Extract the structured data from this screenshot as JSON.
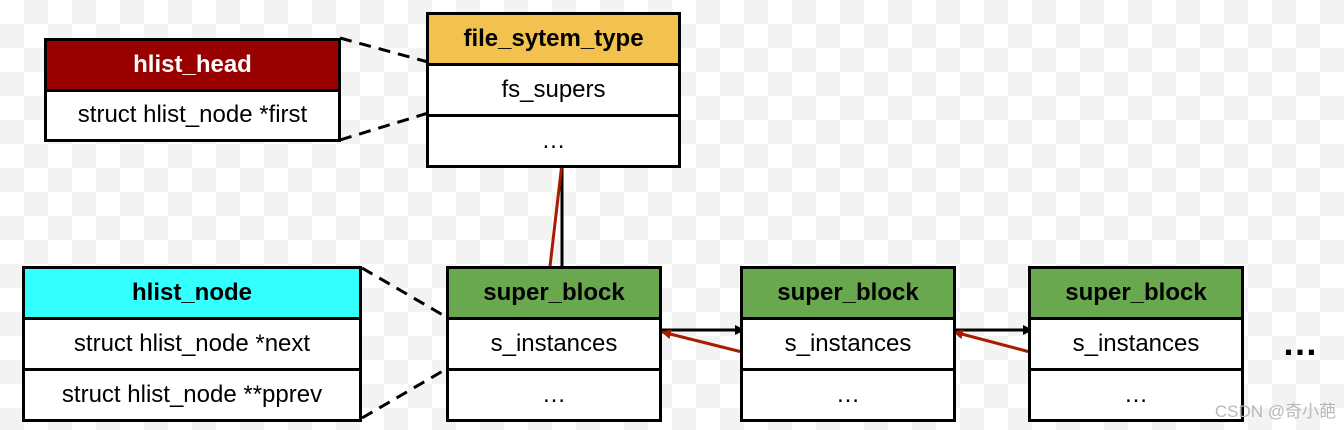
{
  "colors": {
    "hlist_head": "#990000",
    "file_system_type": "#f2c14e",
    "hlist_node": "#33ffff",
    "super_block": "#6aa84f",
    "red_arrow": "#a61c00",
    "black_arrow": "#000000"
  },
  "hlist_head": {
    "title": "hlist_head",
    "field": "struct hlist_node *first"
  },
  "file_system_type": {
    "title": "file_sytem_type",
    "field": "fs_supers",
    "more": "…"
  },
  "hlist_node": {
    "title": "hlist_node",
    "next": "struct hlist_node *next",
    "pprev": "struct hlist_node **pprev"
  },
  "super_blocks": [
    {
      "title": "super_block",
      "field": "s_instances",
      "more": "…"
    },
    {
      "title": "super_block",
      "field": "s_instances",
      "more": "…"
    },
    {
      "title": "super_block",
      "field": "s_instances",
      "more": "…"
    }
  ],
  "trailing": "…",
  "watermark": "CSDN @奇小葩"
}
